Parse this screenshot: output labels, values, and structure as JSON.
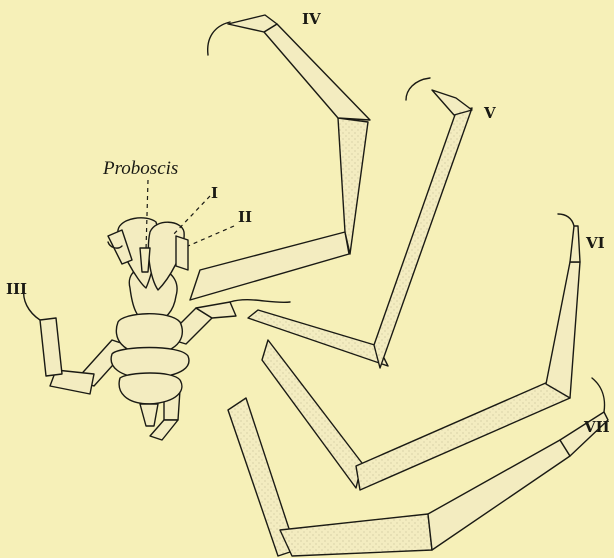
{
  "labels": {
    "proboscis": "Proboscis",
    "leg_1": "I",
    "leg_2": "II",
    "leg_3": "III",
    "leg_4": "IV",
    "leg_5": "V",
    "leg_6": "VI",
    "leg_7": "VII"
  },
  "colors": {
    "paper": "#f6f0b8",
    "ink": "#1a1a14",
    "segment_fill": "#f3ecc0"
  }
}
